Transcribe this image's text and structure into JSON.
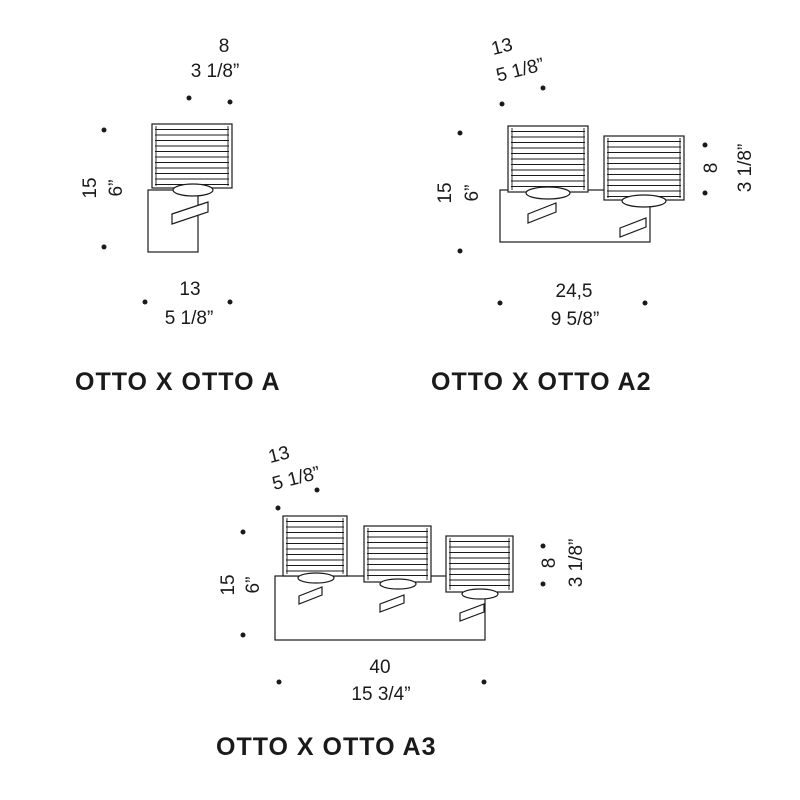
{
  "colors": {
    "ink": "#1a1a1a",
    "background": "#ffffff"
  },
  "a": {
    "title": "OTTO X OTTO A",
    "top_metric": "8",
    "top_imperial": "3 1/8”",
    "height_metric": "15",
    "height_imperial": "6”",
    "width_metric": "13",
    "width_imperial": "5 1/8”"
  },
  "a2": {
    "title": "OTTO X OTTO A2",
    "top_metric": "13",
    "top_imperial": "5 1/8”",
    "height_metric": "15",
    "height_imperial": "6”",
    "side_metric": "8",
    "side_imperial": "3 1/8”",
    "width_metric": "24,5",
    "width_imperial": "9 5/8”"
  },
  "a3": {
    "title": "OTTO X OTTO A3",
    "top_metric": "13",
    "top_imperial": "5 1/8”",
    "height_metric": "15",
    "height_imperial": "6”",
    "side_metric": "8",
    "side_imperial": "3 1/8”",
    "width_metric": "40",
    "width_imperial": "15 3/4”"
  }
}
